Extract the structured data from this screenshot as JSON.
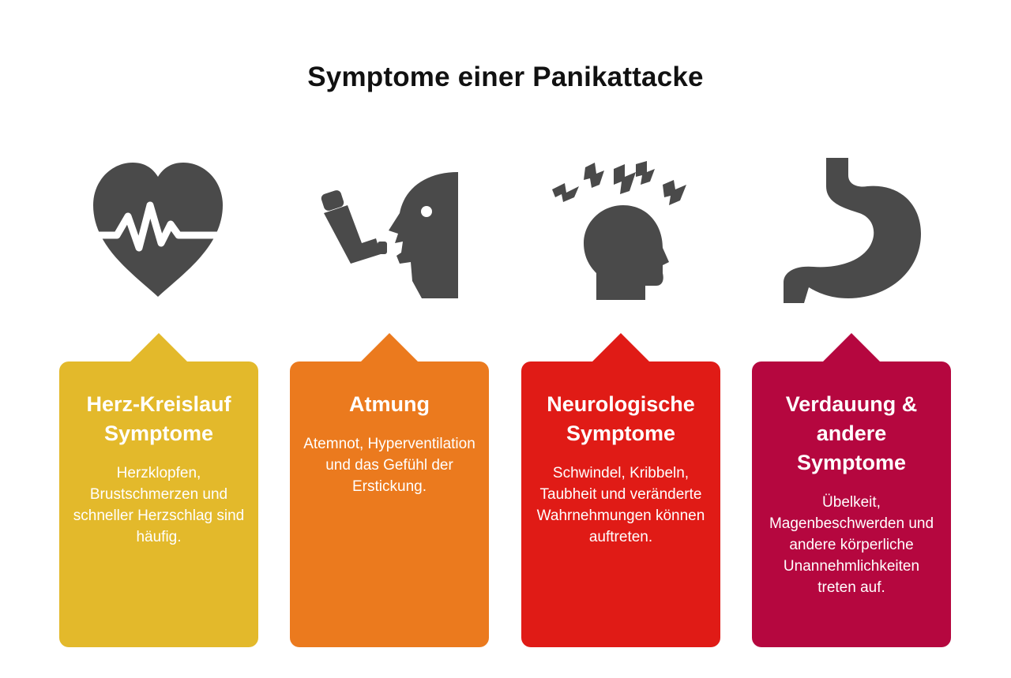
{
  "title": "Symptome einer Panikattacke",
  "colors": {
    "icon": "#4a4a4a",
    "card1": "#e3b92b",
    "card2": "#eb7a1e",
    "card3": "#e01b16",
    "card4": "#b5073f"
  },
  "cards": [
    {
      "icon": "heart-pulse-icon",
      "title": "Herz-Kreislauf Symptome",
      "text": "Herzklopfen, Brustschmerzen und schneller Herzschlag sind häufig."
    },
    {
      "icon": "inhaler-face-icon",
      "title": "Atmung",
      "text": "Atemnot, Hyperventilation und das Gefühl der Erstickung."
    },
    {
      "icon": "head-lightning-icon",
      "title": "Neurologische Symptome",
      "text": "Schwindel, Kribbeln, Taubheit und veränderte Wahrnehmungen können auftreten."
    },
    {
      "icon": "stomach-icon",
      "title": "Verdauung & andere Symptome",
      "text": "Übelkeit, Magenbeschwerden und andere körperliche Unannehmlichkeiten treten auf."
    }
  ]
}
